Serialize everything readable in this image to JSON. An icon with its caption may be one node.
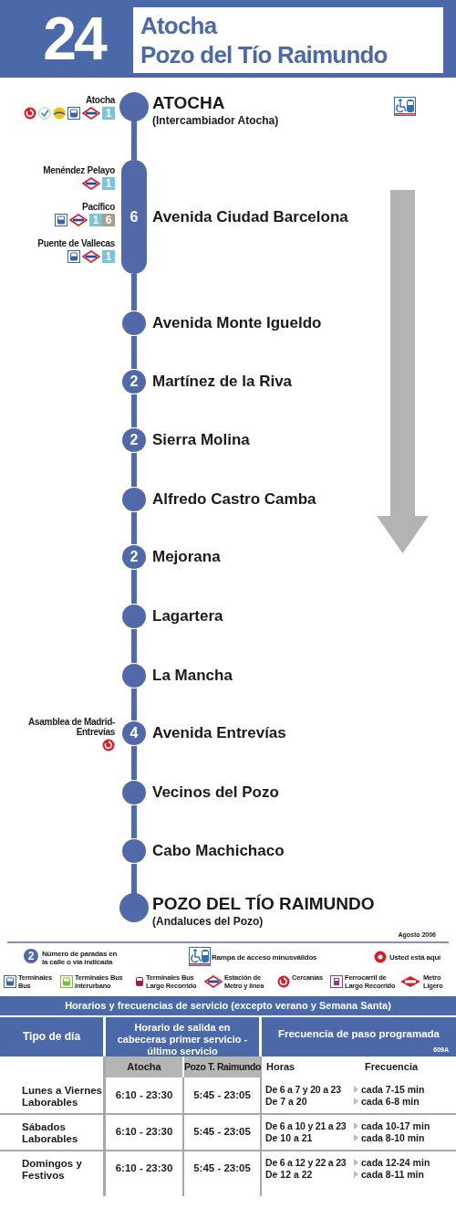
{
  "diagram": {
    "title": "Atocha Pozo del Tío Raimundo",
    "nodes": [
      {
        "text": [
          "ATOCHA",
          "(Intercambiador Atocha)"
        ],
        "beside": [
          "Atocha",
          "1"
        ]
      },
      {
        "text": [
          "6",
          "Avenida Ciudad Barcelona"
        ],
        "beside": [
          "Menéndez Pelayo",
          "1",
          "Pacífico",
          "1",
          "6",
          "Puente de Vallecas",
          "1"
        ]
      },
      {
        "text": [
          "Avenida Monte Igueldo"
        ]
      },
      {
        "text": [
          "2",
          "Martínez de la Riva"
        ]
      },
      {
        "text": [
          "2",
          "Sierra Molina"
        ]
      },
      {
        "text": [
          "Alfredo Castro Camba"
        ]
      },
      {
        "text": [
          "2",
          "Mejorana"
        ]
      },
      {
        "text": [
          "Lagartera"
        ]
      },
      {
        "text": [
          "La Mancha"
        ]
      },
      {
        "text": [
          "4",
          "Avenida Entrevías"
        ],
        "beside": [
          "Asamblea de Madrid-Entrevías"
        ]
      },
      {
        "text": [
          "Vecinos del Pozo"
        ]
      },
      {
        "text": [
          "Cabo Machichaco"
        ]
      },
      {
        "text": [
          "POZO DEL TÍO RAIMUNDO",
          "(Andaluces del Pozo)"
        ]
      }
    ],
    "edges": [
      {
        "from": 0,
        "to": 1,
        "arrow": "none"
      },
      {
        "from": 1,
        "to": 2,
        "arrow": "none"
      },
      {
        "from": 2,
        "to": 3,
        "arrow": "none"
      },
      {
        "from": 3,
        "to": 4,
        "arrow": "none"
      },
      {
        "from": 4,
        "to": 5,
        "arrow": "none"
      },
      {
        "from": 5,
        "to": 6,
        "arrow": "none"
      },
      {
        "from": 6,
        "to": 7,
        "arrow": "none"
      },
      {
        "from": 7,
        "to": 8,
        "arrow": "none"
      },
      {
        "from": 8,
        "to": 9,
        "arrow": "none"
      },
      {
        "from": 9,
        "to": 10,
        "arrow": "none"
      },
      {
        "from": 10,
        "to": 11,
        "arrow": "none"
      },
      {
        "from": 11,
        "to": 12,
        "arrow": "none"
      }
    ],
    "labels": [
      "24",
      "Agosto 2006",
      "2",
      "Horarios y frecuencias de servicio (excepto verano y Semana Santa)",
      "Tipo de día",
      "Horario de salida en cabeceras primer servicio - último servicio",
      "Frecuencia de paso programada",
      "609A",
      "Atocha",
      "Pozo T. Raimundo",
      "Horas",
      "Frecuencia",
      "Lunes a Viernes Laborables",
      "6:10 - 23:30",
      "5:45 - 23:05",
      "De 6 a 7 y 20 a 23",
      "cada 7-15 min",
      "De 7 a 20",
      "cada 6-8 min",
      "Sábados Laborables",
      "6:10 - 23:30",
      "5:45 - 23:05",
      "De 6 a 10 y 21 a 23",
      "cada 10-17 min",
      "De 10 a 21",
      "cada 8-10 min",
      "Domingos y Festivos",
      "6:10 - 23:30",
      "5:45 - 23:05",
      "De 6 a 12 y 22 a 23",
      "cada 12-24 min",
      "De 12 a 22",
      "cada 8-11 min"
    ],
    "legend": [
      {
        "text": "Número de paradas en la calle o vía indicada"
      },
      {
        "text": "Rampa de acceso minusválidos"
      },
      {
        "text": "Usted está aquí"
      },
      {
        "text": "Terminales Bus"
      },
      {
        "text": "Terminales Bus Interurbano"
      },
      {
        "text": "Terminales Bus Largo Recorrido"
      },
      {
        "text": "Estación de Metro y línea"
      },
      {
        "text": "Cercanías"
      },
      {
        "text": "Ferrocarril de Largo Recorrido"
      },
      {
        "text": "Metro Ligero"
      }
    ]
  }
}
